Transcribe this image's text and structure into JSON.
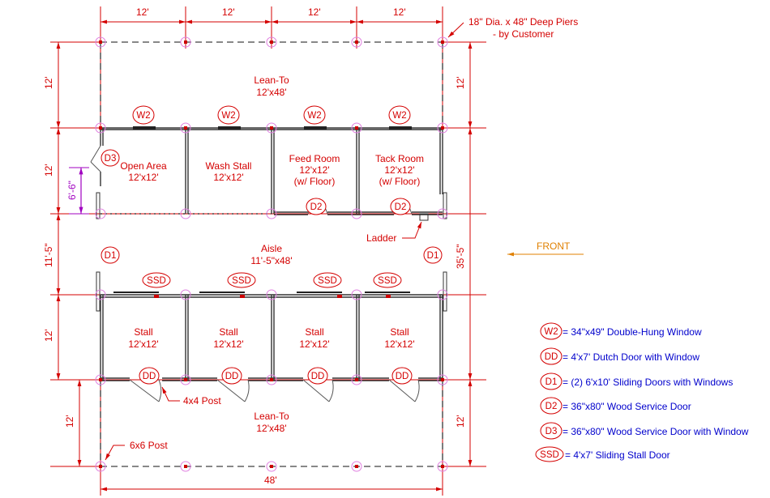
{
  "dimensions": {
    "top_bays": [
      "12'",
      "12'",
      "12'",
      "12'"
    ],
    "left": [
      "12'",
      "12'",
      "11'-5\"",
      "12'",
      "12'"
    ],
    "right_top": "12'",
    "right_total": "35'-5\"",
    "right_bottom": "12'",
    "bottom_total": "48'",
    "bottom_left": "12'",
    "door_height": "6'-6\""
  },
  "notes": {
    "piers_line1": "18\" Dia. x 48\" Deep Piers",
    "piers_line2": "- by Customer",
    "ladder": "Ladder",
    "post_4x4": "4x4 Post",
    "post_6x6": "6x6 Post",
    "front": "FRONT"
  },
  "rooms": {
    "lean_to_top": {
      "name": "Lean-To",
      "size": "12'x48'"
    },
    "open_area": {
      "name": "Open Area",
      "size": "12'x12'"
    },
    "wash_stall": {
      "name": "Wash Stall",
      "size": "12'x12'"
    },
    "feed_room": {
      "name": "Feed Room",
      "size": "12'x12'",
      "note": "(w/ Floor)"
    },
    "tack_room": {
      "name": "Tack Room",
      "size": "12'x12'",
      "note": "(w/ Floor)"
    },
    "aisle": {
      "name": "Aisle",
      "size": "11'-5\"x48'"
    },
    "stalls": [
      {
        "name": "Stall",
        "size": "12'x12'"
      },
      {
        "name": "Stall",
        "size": "12'x12'"
      },
      {
        "name": "Stall",
        "size": "12'x12'"
      },
      {
        "name": "Stall",
        "size": "12'x12'"
      }
    ],
    "lean_to_bottom": {
      "name": "Lean-To",
      "size": "12'x48'"
    }
  },
  "tags": {
    "w2": "W2",
    "dd": "DD",
    "d1": "D1",
    "d2": "D2",
    "d3": "D3",
    "ssd": "SSD"
  },
  "legend": [
    {
      "tag": "W2",
      "text": "= 34\"x49\" Double-Hung Window"
    },
    {
      "tag": "DD",
      "text": "= 4'x7' Dutch Door with Window"
    },
    {
      "tag": "D1",
      "text": "= (2) 6'x10' Sliding Doors with Windows"
    },
    {
      "tag": "D2",
      "text": "= 36\"x80\" Wood Service Door"
    },
    {
      "tag": "D3",
      "text": "= 36\"x80\" Wood Service Door with Window"
    },
    {
      "tag": "SSD",
      "text": "= 4'x7' Sliding Stall Door"
    }
  ]
}
